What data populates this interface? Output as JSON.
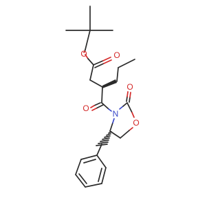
{
  "colors": {
    "background": "#ffffff",
    "bond": "#2b2b2b",
    "oxygen": "#d42a2a",
    "nitrogen": "#3a48c8"
  },
  "atoms": {
    "ester_ether_oxygen": "O",
    "ester_carbonyl_oxygen": "O",
    "imide_carbonyl_oxygen": "O",
    "oxazolidinone_carbonyl_oxygen": "O",
    "ring_nitrogen": "N",
    "ring_oxygen": "O"
  }
}
